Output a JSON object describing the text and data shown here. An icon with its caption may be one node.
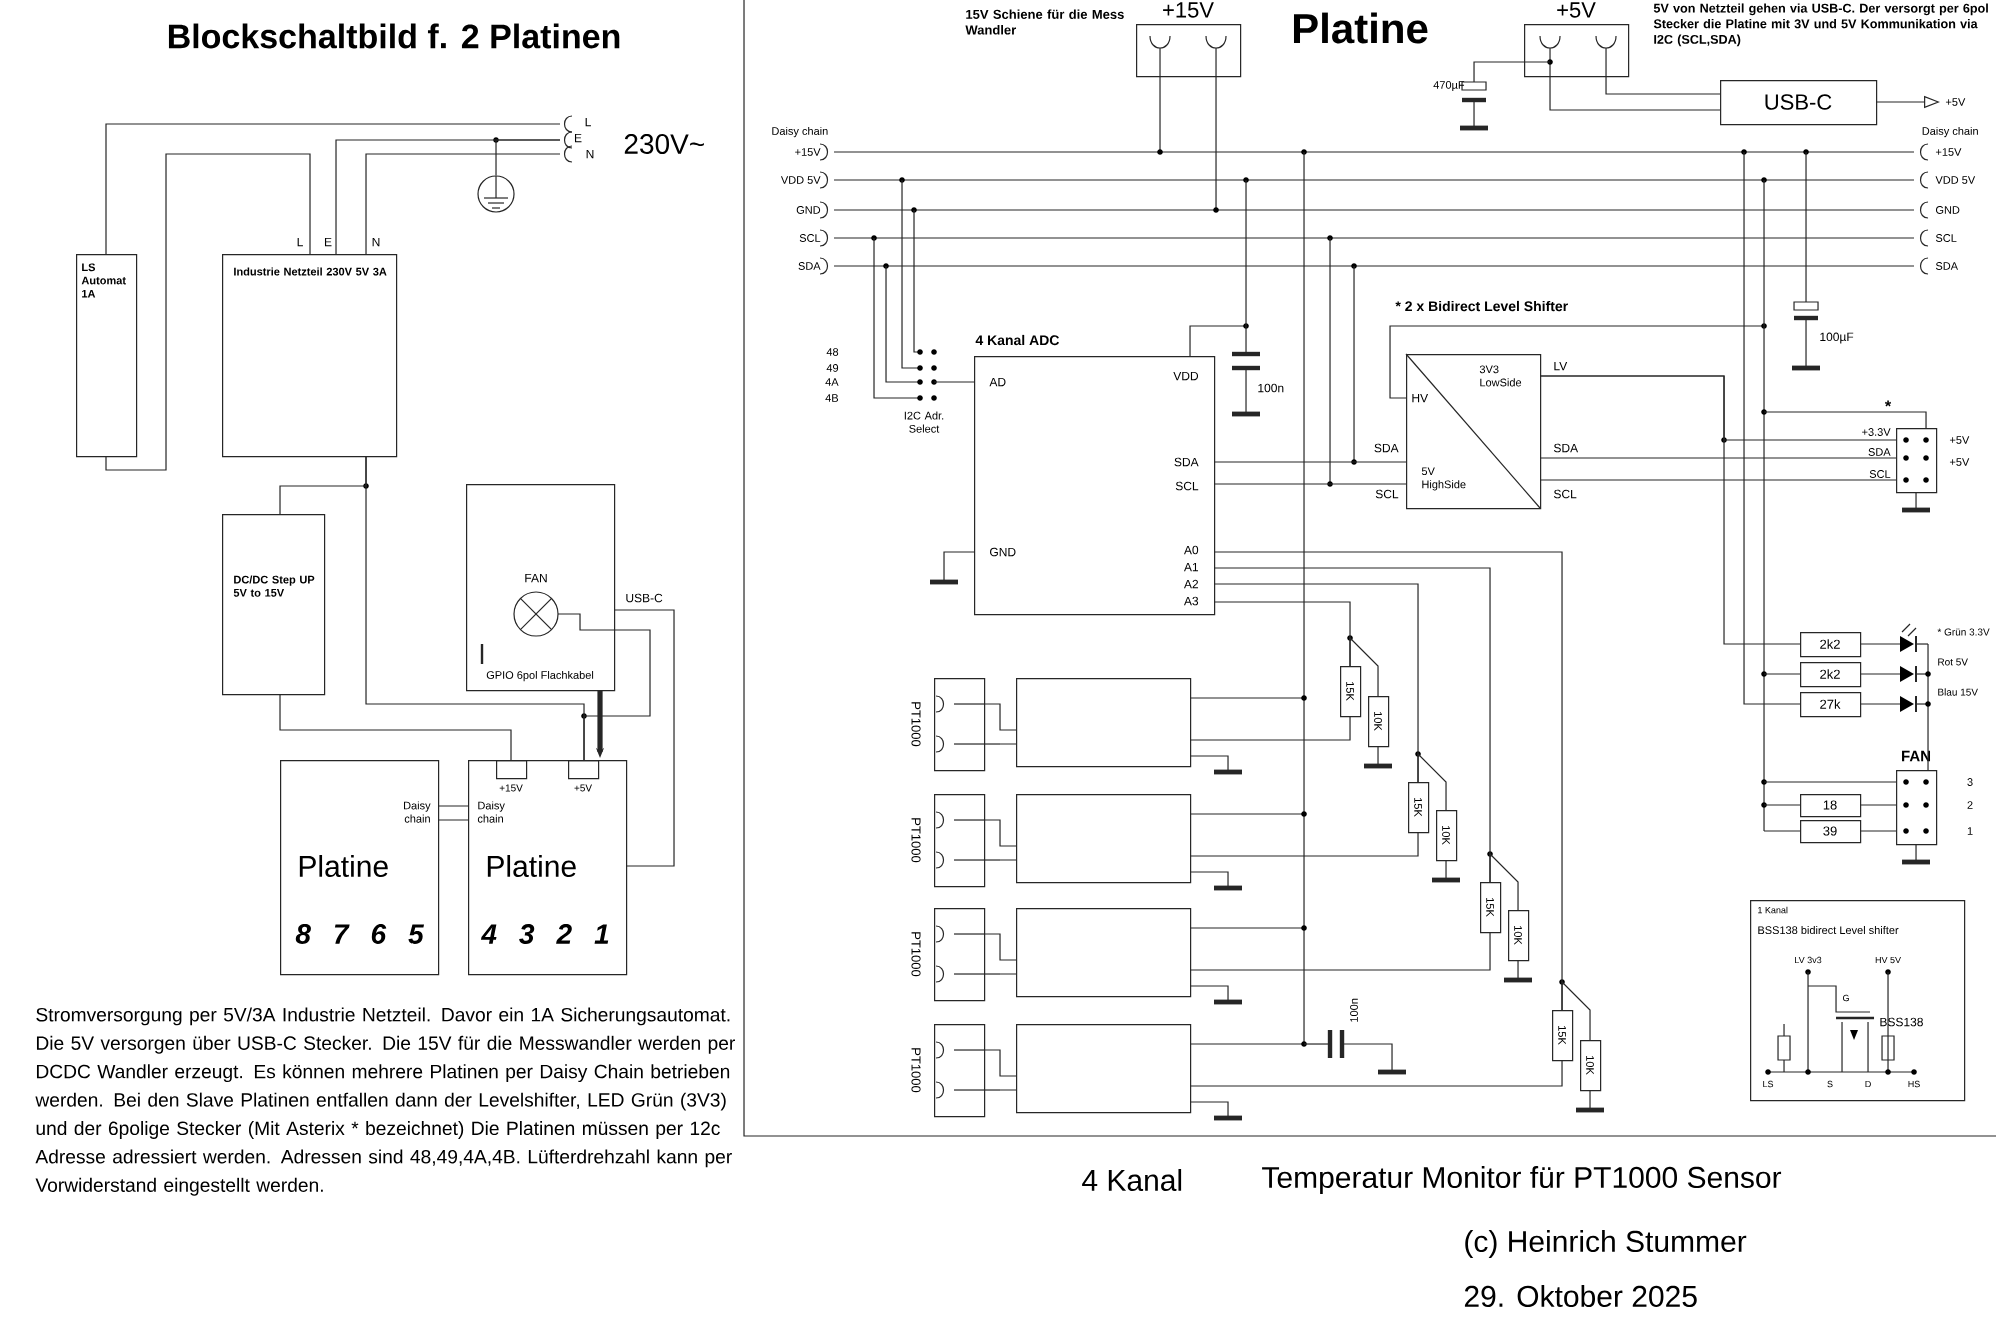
{
  "diagram": {
    "title": "Blockschaltbild f. 2 Platinen",
    "nodes": [
      {
        "text": [
          "LS Automat 1A"
        ]
      },
      {
        "text": [
          "Industrie Netzteil 230V 5V 3A"
        ],
        "beside": [
          "L",
          "E",
          "N"
        ]
      },
      {
        "text": [
          "230V~",
          "L",
          "E",
          "N"
        ]
      },
      {
        "text": [],
        "shape": "circle"
      },
      {
        "text": [
          "DC/DC Step UP 5V to 15V"
        ]
      },
      {
        "text": [
          "FAN",
          "GPIO 6pol Flachkabel"
        ],
        "beside": [
          "USB-C"
        ]
      },
      {
        "text": [
          "Daisy chain",
          "Platine",
          "8 7 6 5"
        ]
      },
      {
        "text": [
          "Daisy chain",
          "Platine",
          "4 3 2 1"
        ]
      },
      {
        "text": [
          "+15V"
        ],
        "in": 7
      },
      {
        "text": [
          "+5V"
        ],
        "in": 7
      },
      {
        "text": [
          "+15V"
        ],
        "beside": [
          "15V Schiene für die Mess Wandler"
        ]
      },
      {
        "text": [
          "+5V"
        ],
        "beside": [
          "5V von Netzteil gehen via USB-C. Der versorgt per 6pol Stecker die Platine mit 3V und 5V Kommunikation via I2C (SCL,SDA)"
        ]
      },
      {
        "text": [
          "USB-C"
        ]
      },
      {
        "text": [
          "4 Kanal ADC",
          "AD",
          "VDD",
          "SDA",
          "SCL",
          "GND",
          "A0",
          "A1",
          "A2",
          "A3"
        ]
      },
      {
        "text": [
          "* 2 x Bidirect Level Shifter",
          "HV",
          "3V3 LowSide",
          "5V HighSide",
          "LV",
          "SDA",
          "SCL",
          "SDA",
          "SCL"
        ]
      },
      {
        "text": [
          "*"
        ],
        "beside": [
          "+3.3V",
          "SDA",
          "SCL",
          "+5V",
          "+5V"
        ]
      },
      {
        "text": [
          "FAN"
        ],
        "beside": [
          "3",
          "2",
          "1"
        ]
      },
      {
        "text": [
          "2k2"
        ]
      },
      {
        "text": [
          "2k2"
        ]
      },
      {
        "text": [
          "27k"
        ]
      },
      {
        "text": [
          "18"
        ]
      },
      {
        "text": [
          "39"
        ]
      },
      {
        "text": [
          "PT1000"
        ]
      },
      {
        "text": [
          "PT1000"
        ]
      },
      {
        "text": [
          "PT1000"
        ]
      },
      {
        "text": [
          "PT1000"
        ]
      },
      {
        "text": [],
        "shape": "box"
      },
      {
        "text": [],
        "shape": "box"
      },
      {
        "text": [],
        "shape": "box"
      },
      {
        "text": [],
        "shape": "box"
      },
      {
        "text": [
          "15K"
        ]
      },
      {
        "text": [
          "15K"
        ]
      },
      {
        "text": [
          "15K"
        ]
      },
      {
        "text": [
          "15K"
        ]
      },
      {
        "text": [
          "10K"
        ]
      },
      {
        "text": [
          "10K"
        ]
      },
      {
        "text": [
          "10K"
        ]
      },
      {
        "text": [
          "10K"
        ]
      },
      {
        "text": [
          "1 Kanal",
          "BSS138 bidirect Level shifter",
          "LV 3v3",
          "HV 5V",
          "G",
          "BSS138",
          "LS",
          "S",
          "D",
          "HS"
        ]
      },
      {
        "text": [
          "+5V"
        ]
      }
    ],
    "edges": [
      {
        "from": 2,
        "to": 0,
        "arrow": "none"
      },
      {
        "from": 0,
        "to": 1,
        "arrow": "none"
      },
      {
        "from": 2,
        "to": 1,
        "arrow": "none"
      },
      {
        "from": 2,
        "to": 1,
        "arrow": "none"
      },
      {
        "from": 3,
        "to": 2,
        "arrow": "none"
      },
      {
        "from": 1,
        "to": 4,
        "arrow": "none"
      },
      {
        "from": 1,
        "to": 9,
        "arrow": "none"
      },
      {
        "from": 4,
        "to": 8,
        "arrow": "none"
      },
      {
        "from": 5,
        "to": 9,
        "arrow": "none"
      },
      {
        "from": 7,
        "to": 5,
        "arrow": "none"
      },
      {
        "from": 5,
        "to": 7,
        "arrow": "to",
        "style": "thick"
      },
      {
        "from": 6,
        "to": 7,
        "arrow": "none"
      },
      {
        "from": 11,
        "to": 12,
        "arrow": "none"
      },
      {
        "from": 11,
        "to": 12,
        "arrow": "none"
      },
      {
        "from": 12,
        "to": 39,
        "arrow": "to"
      },
      {
        "from": 13,
        "to": 14,
        "arrow": "none"
      },
      {
        "from": 13,
        "to": 14,
        "arrow": "none"
      },
      {
        "from": 14,
        "to": 15,
        "arrow": "none"
      },
      {
        "from": 14,
        "to": 17,
        "arrow": "none"
      },
      {
        "from": 14,
        "to": 15,
        "arrow": "none"
      },
      {
        "from": 14,
        "to": 15,
        "arrow": "none"
      },
      {
        "from": 13,
        "to": 30,
        "arrow": "none"
      },
      {
        "from": 13,
        "to": 31,
        "arrow": "none"
      },
      {
        "from": 13,
        "to": 32,
        "arrow": "none"
      },
      {
        "from": 13,
        "to": 33,
        "arrow": "none"
      },
      {
        "from": 30,
        "to": 34,
        "arrow": "none"
      },
      {
        "from": 31,
        "to": 35,
        "arrow": "none"
      },
      {
        "from": 32,
        "to": 36,
        "arrow": "none"
      },
      {
        "from": 33,
        "to": 37,
        "arrow": "none"
      },
      {
        "from": 30,
        "to": 26,
        "arrow": "none"
      },
      {
        "from": 31,
        "to": 27,
        "arrow": "none"
      },
      {
        "from": 32,
        "to": 28,
        "arrow": "none"
      },
      {
        "from": 33,
        "to": 29,
        "arrow": "none"
      },
      {
        "from": 22,
        "to": 26,
        "arrow": "none"
      },
      {
        "from": 23,
        "to": 27,
        "arrow": "none"
      },
      {
        "from": 24,
        "to": 28,
        "arrow": "none"
      },
      {
        "from": 25,
        "to": 29,
        "arrow": "none"
      },
      {
        "from": 20,
        "to": 16,
        "arrow": "none"
      },
      {
        "from": 21,
        "to": 16,
        "arrow": "none"
      }
    ],
    "labels": [
      "Platine",
      "470µF",
      "Daisy chain",
      "Daisy chain",
      "+15V",
      "VDD 5V",
      "GND",
      "SCL",
      "SDA",
      "+15V",
      "VDD 5V",
      "GND",
      "SCL",
      "SDA",
      "48",
      "49",
      "4A",
      "4B",
      "I2C Adr. Select",
      "100n",
      "100µF",
      "* Grün 3.3V",
      "Rot 5V",
      "Blau 15V",
      "100n",
      "Stromversorgung per 5V/3A Industrie Netzteil. Davor ein 1A Sicherungsautomat. Die 5V versorgen über USB-C Stecker. Die 15V für die Messwandler werden per DCDC Wandler erzeugt. Es können mehrere Platinen per Daisy Chain betrieben werden. Bei den Slave Platinen entfallen dann der Levelshifter, LED Grün (3V3) und der 6polige Stecker (Mit Asterix * bezeichnet) Die Platinen müssen per 12c Adresse adressiert werden. Adressen sind 48,49,4A,4B. Lüfterdrehzahl kann per Vorwiderstand eingestellt werden.",
      "4 Kanal",
      "Temperatur Monitor für PT1000 Sensor",
      "(c) Heinrich Stummer",
      "29. Oktober 2025"
    ]
  }
}
